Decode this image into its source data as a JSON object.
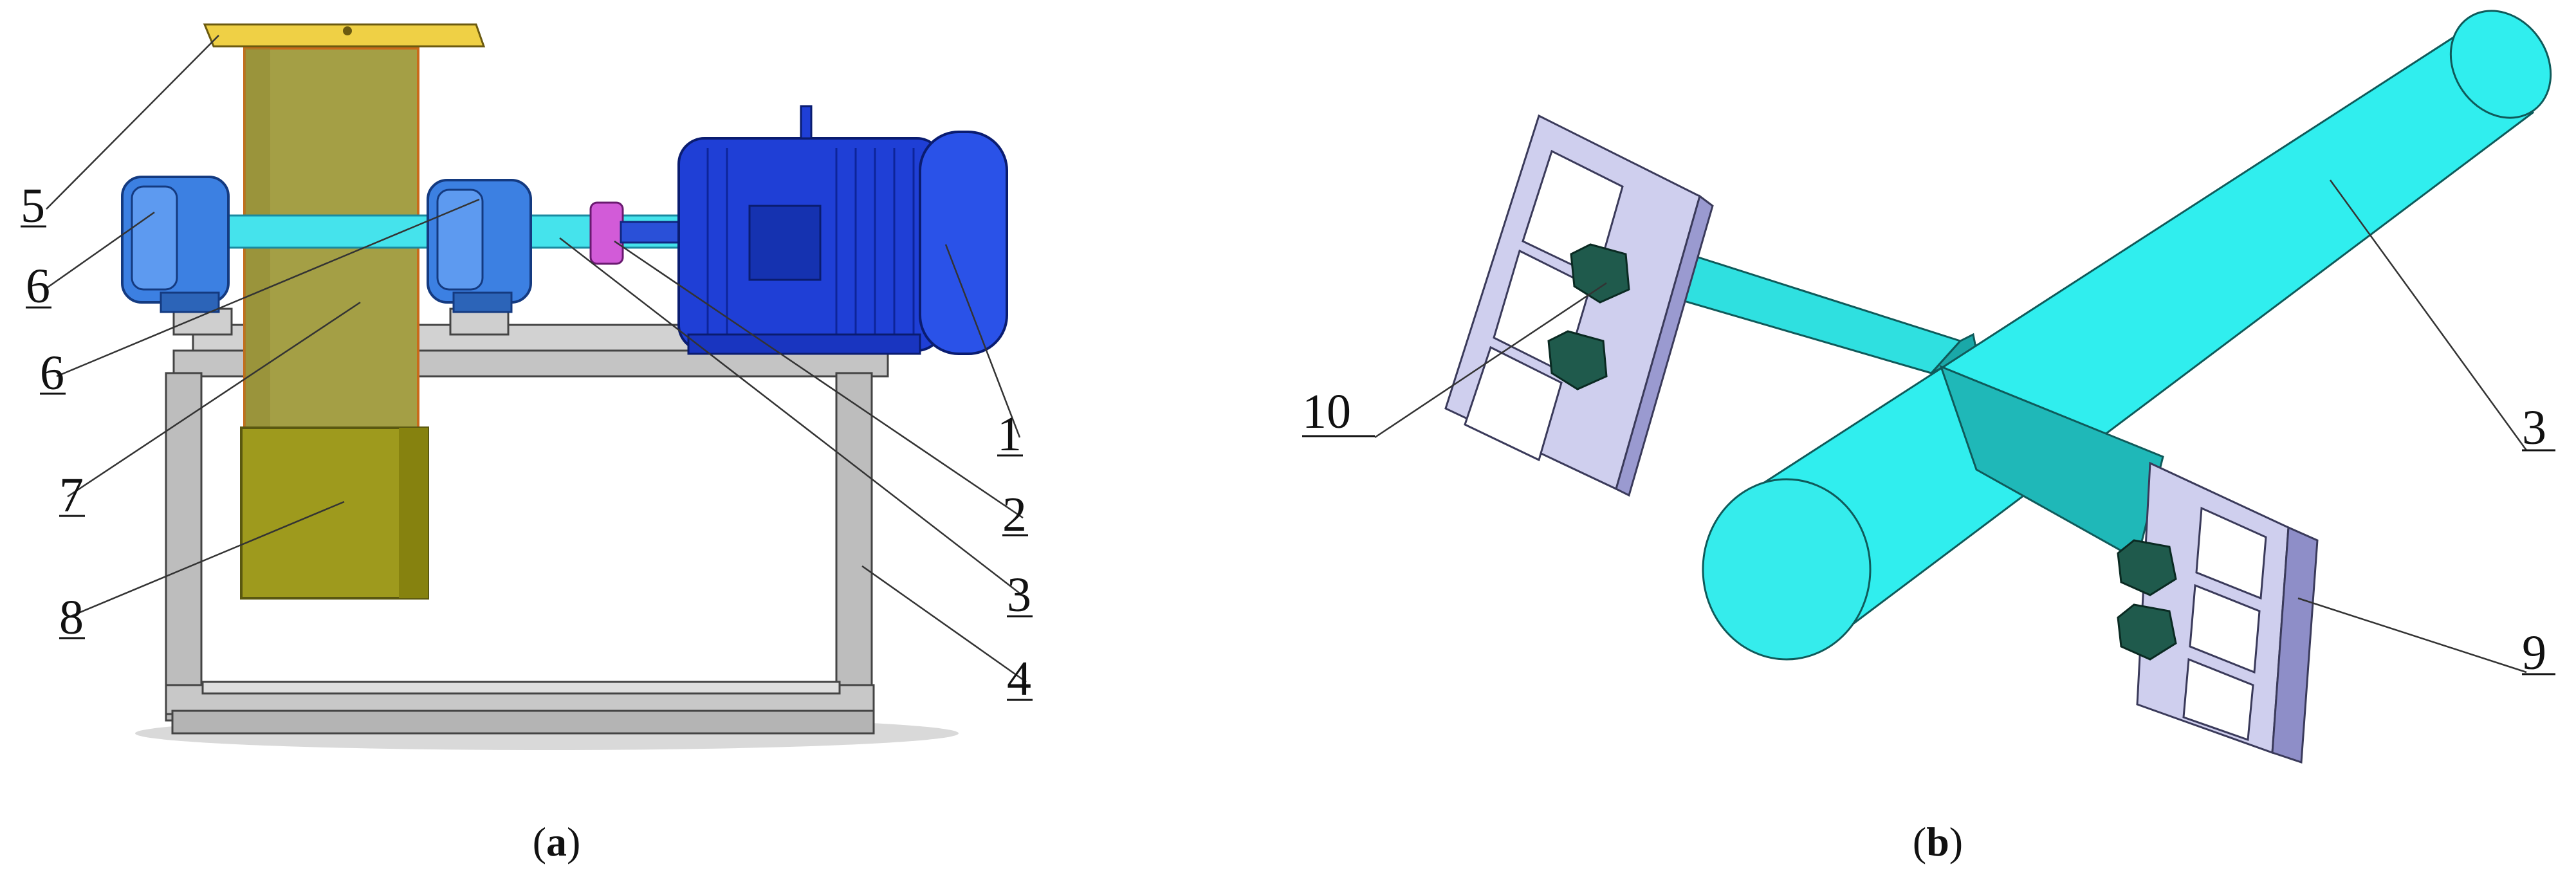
{
  "panels": [
    {
      "id": "a",
      "caption_open": "(",
      "caption_letter": "a",
      "caption_close": ")",
      "callouts": [
        "5",
        "6",
        "6",
        "7",
        "8",
        "1",
        "2",
        "3",
        "4"
      ]
    },
    {
      "id": "b",
      "caption_open": "(",
      "caption_letter": "b",
      "caption_close": ")",
      "callouts": [
        "10",
        "3",
        "9"
      ]
    }
  ],
  "colors": {
    "frame": "#b9b9b9",
    "motor": "#1e3fd6",
    "bearing": "#3b7fe0",
    "shaft": "#3fe6ee",
    "coupling": "#d35ad8",
    "hopper": "#a09a3a",
    "chamber": "#9e9a1d",
    "top_plate": "#f0d040",
    "cylinder": "#2ff0f0",
    "blade": "#2ad6d6",
    "holder": "#cfcfee",
    "bolt": "#1f5a4c"
  }
}
